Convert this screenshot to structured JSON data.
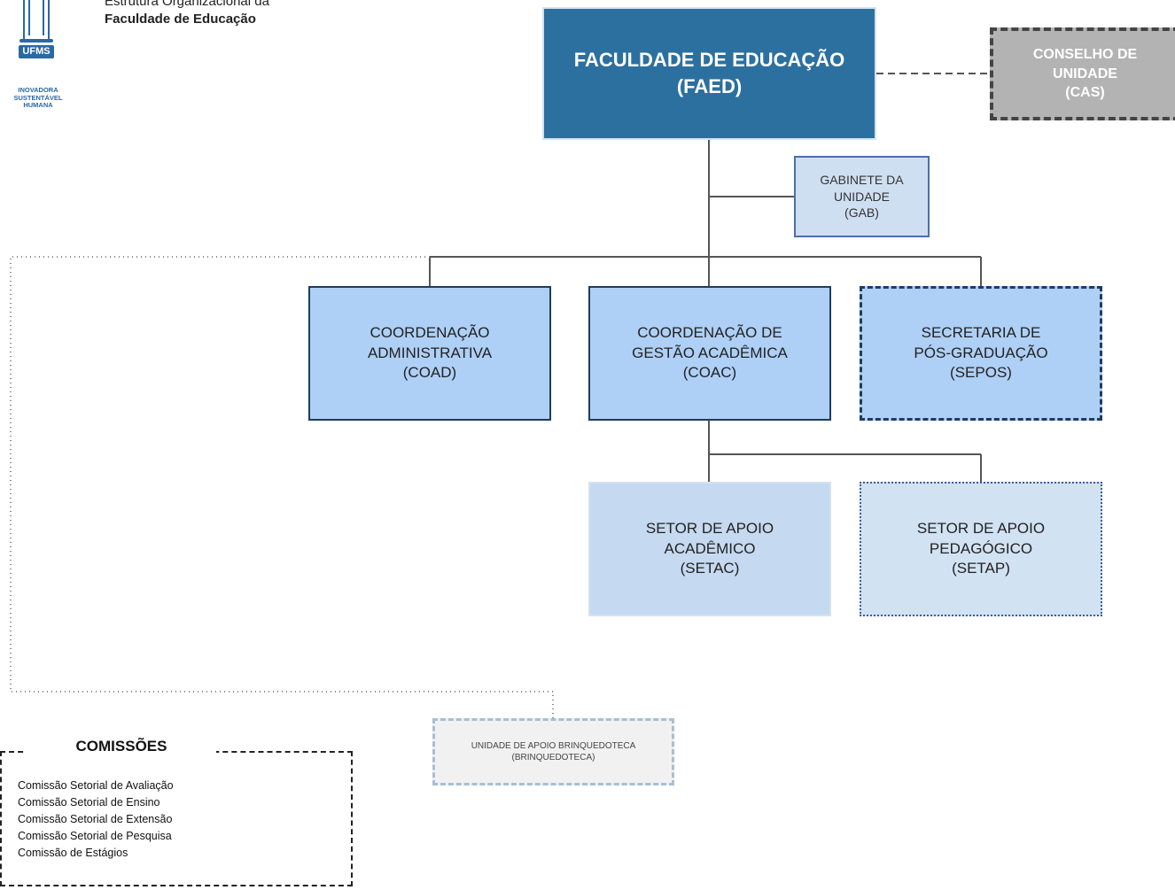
{
  "header": {
    "subtitle_line1": "Estrutura Organizacional da",
    "subtitle_line2": "Faculdade de Educação",
    "logo_text": "UFMS",
    "logo_tagline": [
      "INOVADORA",
      "SUSTENTÁVEL",
      "HUMANA"
    ]
  },
  "nodes": {
    "faed": [
      "FACULDADE DE EDUCAÇÃO",
      "(FAED)"
    ],
    "cas": [
      "CONSELHO DE",
      "UNIDADE",
      "(CAS)"
    ],
    "gab": [
      "GABINETE DA",
      "UNIDADE",
      "(GAB)"
    ],
    "coad": [
      "COORDENAÇÃO",
      "ADMINISTRATIVA",
      "(COAD)"
    ],
    "coac": [
      "COORDENAÇÃO DE",
      "GESTÃO ACADÊMICA",
      "(COAC)"
    ],
    "sepos": [
      "SECRETARIA DE",
      "PÓS-GRADUAÇÃO",
      "(SEPOS)"
    ],
    "setac": [
      "SETOR DE APOIO",
      "ACADÊMICO",
      "(SETAC)"
    ],
    "setap": [
      "SETOR DE APOIO",
      "PEDAGÓGICO",
      "(SETAP)"
    ],
    "brinquedoteca": [
      "UNIDADE DE APOIO BRINQUEDOTECA",
      "(BRINQUEDOTECA)"
    ]
  },
  "comissoes": {
    "title": "COMISSÕES",
    "items": [
      "Comissão Setorial de Avaliação",
      "Comissão Setorial de Ensino",
      "Comissão Setorial de Extensão",
      "Comissão Setorial de Pesquisa",
      "Comissão de Estágios"
    ]
  },
  "colors": {
    "faed": "#2c709f",
    "cas": "#b3b3b3",
    "gab": "#cfdff2",
    "coordenacao": "#aed0f6",
    "setac": "#c5d9f0",
    "setap": "#d1e2f3",
    "brinquedoteca": "#f1f1f1",
    "connector": "#555555"
  }
}
